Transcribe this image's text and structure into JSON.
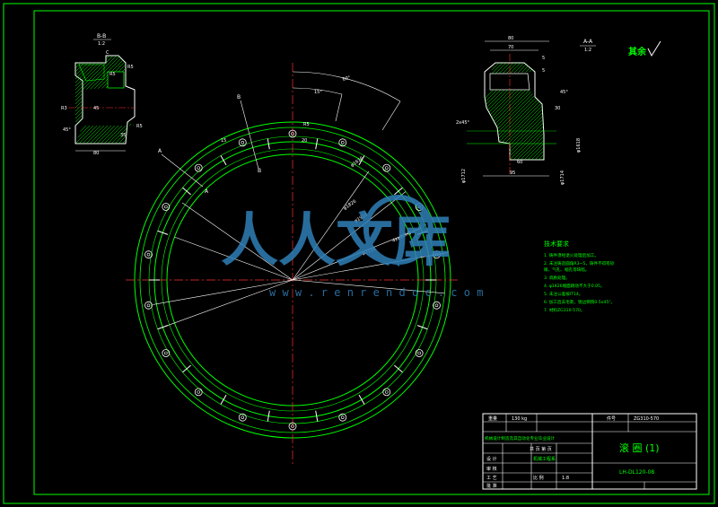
{
  "colors": {
    "background": "#000000",
    "frame": "#00ff00",
    "outline": "#ffffff",
    "center_line": "#ff3030",
    "hatch": "#00ff00",
    "dims": "#ffffff",
    "notes": "#00ff00",
    "watermark": "#2f7fb8"
  },
  "section_bb": {
    "label": "B-B",
    "scale": "1:2",
    "dims": [
      "45",
      "R5",
      "R5",
      "R5",
      "35",
      "C",
      "R3",
      "45°",
      "80"
    ]
  },
  "section_aa": {
    "label": "A-A",
    "scale": "1:2",
    "dims": [
      "80",
      "70",
      "5",
      "5",
      "45°",
      "2x45°",
      "60",
      "95",
      "30",
      "φ1618",
      "φ1714",
      "φ1712"
    ]
  },
  "roughness_label": "其余",
  "main_view": {
    "labels": [
      "A",
      "A",
      "B",
      "B"
    ],
    "dims": [
      "φ1616",
      "φ1826",
      "φ1914",
      "4xφ20H8",
      "φ2116",
      "R5",
      "15",
      "20",
      "60°",
      "15°"
    ]
  },
  "tech_notes": {
    "title": "技术要求",
    "items": [
      "1. 铸件须经退火处理后加工。",
      "2. 未注铸造圆角R3~5，铸件不得有砂",
      "   眼、气孔、缩孔等缺陷。",
      "3. 调质处理。",
      "4. φ1826端面跳动不大于0.05。",
      "5. 未注公差按IT14。",
      "6. 加工后去毛刺，锐边倒钝0.5x45°。",
      "7. 材料ZG310-570。"
    ]
  },
  "title_block": {
    "weight_label": "重量",
    "weight_value": "130 kg",
    "material_code": "ZG310-570",
    "scale_label": "比 例",
    "scale_value": "1:8",
    "drawing_name": "滚 圈 (1)",
    "drawing_number": "LH-DL120-08",
    "design": "设 计",
    "check": "审 核",
    "process": "工 艺",
    "approve": "批 准",
    "school": "机械设计制造及其自动化专业毕业设计",
    "sheet": "共 页 第 页",
    "dept": "机械工程系",
    "count_label": "件号"
  },
  "watermark": {
    "text": "人人文库",
    "url": "w w w . r e n r e n d o c . c o m"
  }
}
